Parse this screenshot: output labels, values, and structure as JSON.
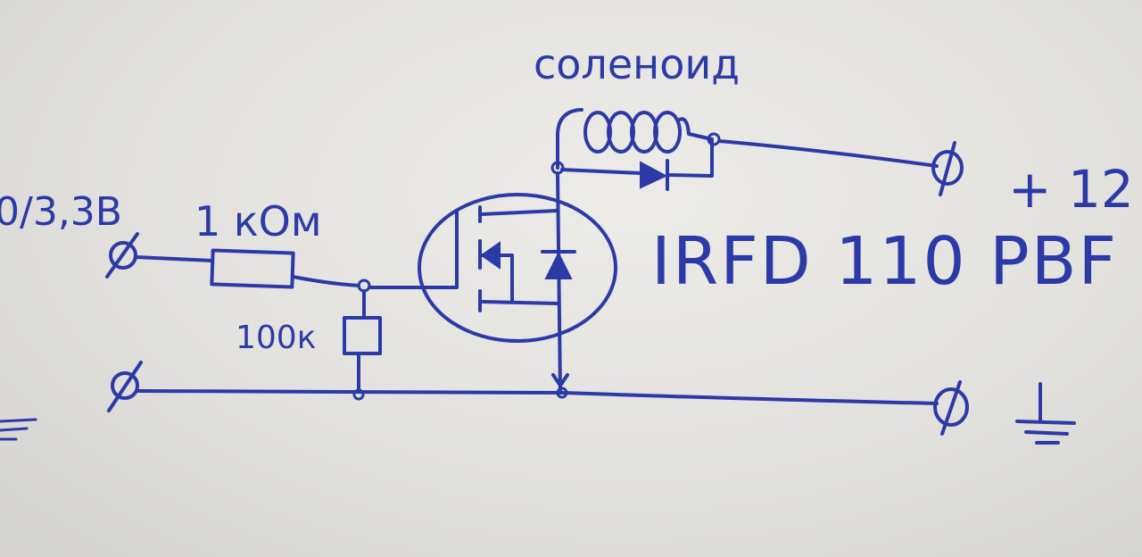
{
  "labels": {
    "solenoid": "соленоид",
    "input_voltage": "0/3,3В",
    "series_resistor": "1 кОм",
    "pulldown_resistor": "100к",
    "mosfet_part": "IRFD 110 PBF",
    "supply": "+ 12"
  },
  "colors": {
    "ink": "#2c3aa8",
    "paper": "#e6e5e1"
  }
}
